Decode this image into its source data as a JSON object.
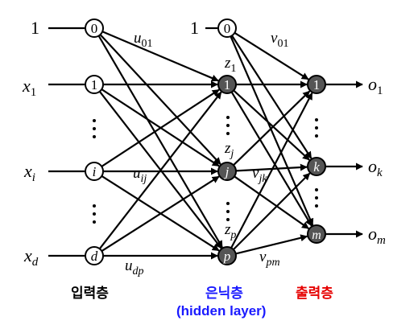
{
  "colors": {
    "line": "#000000",
    "input_node_fill": "#ffffff",
    "hidden_node_fill": "#555555",
    "output_node_fill": "#555555",
    "input_label": "#000000",
    "hidden_label": "#1a1aff",
    "output_label": "#e60000"
  },
  "inputs": {
    "bias_value": "1",
    "x1": {
      "base": "x",
      "sub": "1"
    },
    "xi": {
      "base": "x",
      "sub": "i"
    },
    "xd": {
      "base": "x",
      "sub": "d"
    }
  },
  "input_nodes": {
    "n0": "0",
    "n1": "1",
    "ni": "i",
    "nd": "d"
  },
  "hidden_bias_value": "1",
  "hidden_nodes": {
    "n0": "0",
    "n1": "1",
    "nj": "j",
    "np": "p"
  },
  "output_nodes": {
    "n1": "1",
    "nk": "k",
    "nm": "m"
  },
  "weights": {
    "u01": {
      "base": "u",
      "sub": "01"
    },
    "uij": {
      "base": "u",
      "sub": "ij"
    },
    "udp": {
      "base": "u",
      "sub": "dp"
    },
    "v01": {
      "base": "v",
      "sub": "01"
    },
    "vjk": {
      "base": "v",
      "sub": "jk"
    },
    "vpm": {
      "base": "v",
      "sub": "pm"
    }
  },
  "hidden_activations": {
    "z1": {
      "base": "z",
      "sub": "1"
    },
    "zj": {
      "base": "z",
      "sub": "j"
    },
    "zp": {
      "base": "z",
      "sub": "p"
    }
  },
  "outputs": {
    "o1": {
      "base": "o",
      "sub": "1"
    },
    "ok": {
      "base": "o",
      "sub": "k"
    },
    "om": {
      "base": "o",
      "sub": "m"
    }
  },
  "layer_labels": {
    "input": "입력층",
    "hidden": "은닉층",
    "hidden_en": "(hidden layer)",
    "output": "출력층"
  }
}
